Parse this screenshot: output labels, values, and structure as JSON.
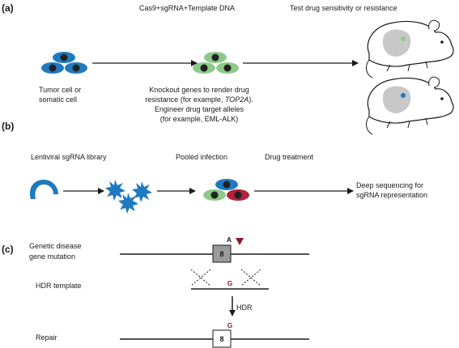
{
  "panel_a": {
    "label": "(a)",
    "step1_title": "Cas9+sgRNA+Template DNA",
    "step2_title": "Test drug sensitivity or resistance",
    "cell_caption_1": "Tumor cell or",
    "cell_caption_2": "somatic cell",
    "knockout_line_1": "Knockout genes to render drug",
    "knockout_line_2_pre": "resistance (for example, ",
    "knockout_line_2_gene": "TOP2A",
    "knockout_line_2_post": ").",
    "knockout_line_3": "Engineer drug target alleles",
    "knockout_line_4": "(for example, EML-ALK)"
  },
  "panel_b": {
    "label": "(b)",
    "library_title": "Lentiviral sgRNA library",
    "infection_title": "Pooled infection",
    "drug_title": "Drug treatment",
    "seq_line_1": "Deep sequencing for",
    "seq_line_2": "sgRNA representation"
  },
  "panel_c": {
    "label": "(c)",
    "mutation_line_1": "Genetic disease",
    "mutation_line_2": "gene mutation",
    "hdr_template_label": "HDR template",
    "repair_label": "Repair",
    "exon_number": "8",
    "mutant_base": "A",
    "template_base": "G",
    "repaired_base": "G",
    "hdr_arrow_label": "HDR"
  },
  "colors": {
    "blue": "#1f7ac0",
    "green": "#8ec98a",
    "red": "#b3213a",
    "dark_red": "#8b1a2b",
    "nucleus": "#222222",
    "line": "#1a1a1a",
    "gray_box": "#9a9a9a",
    "mouse_gray": "#c8c8c8"
  }
}
